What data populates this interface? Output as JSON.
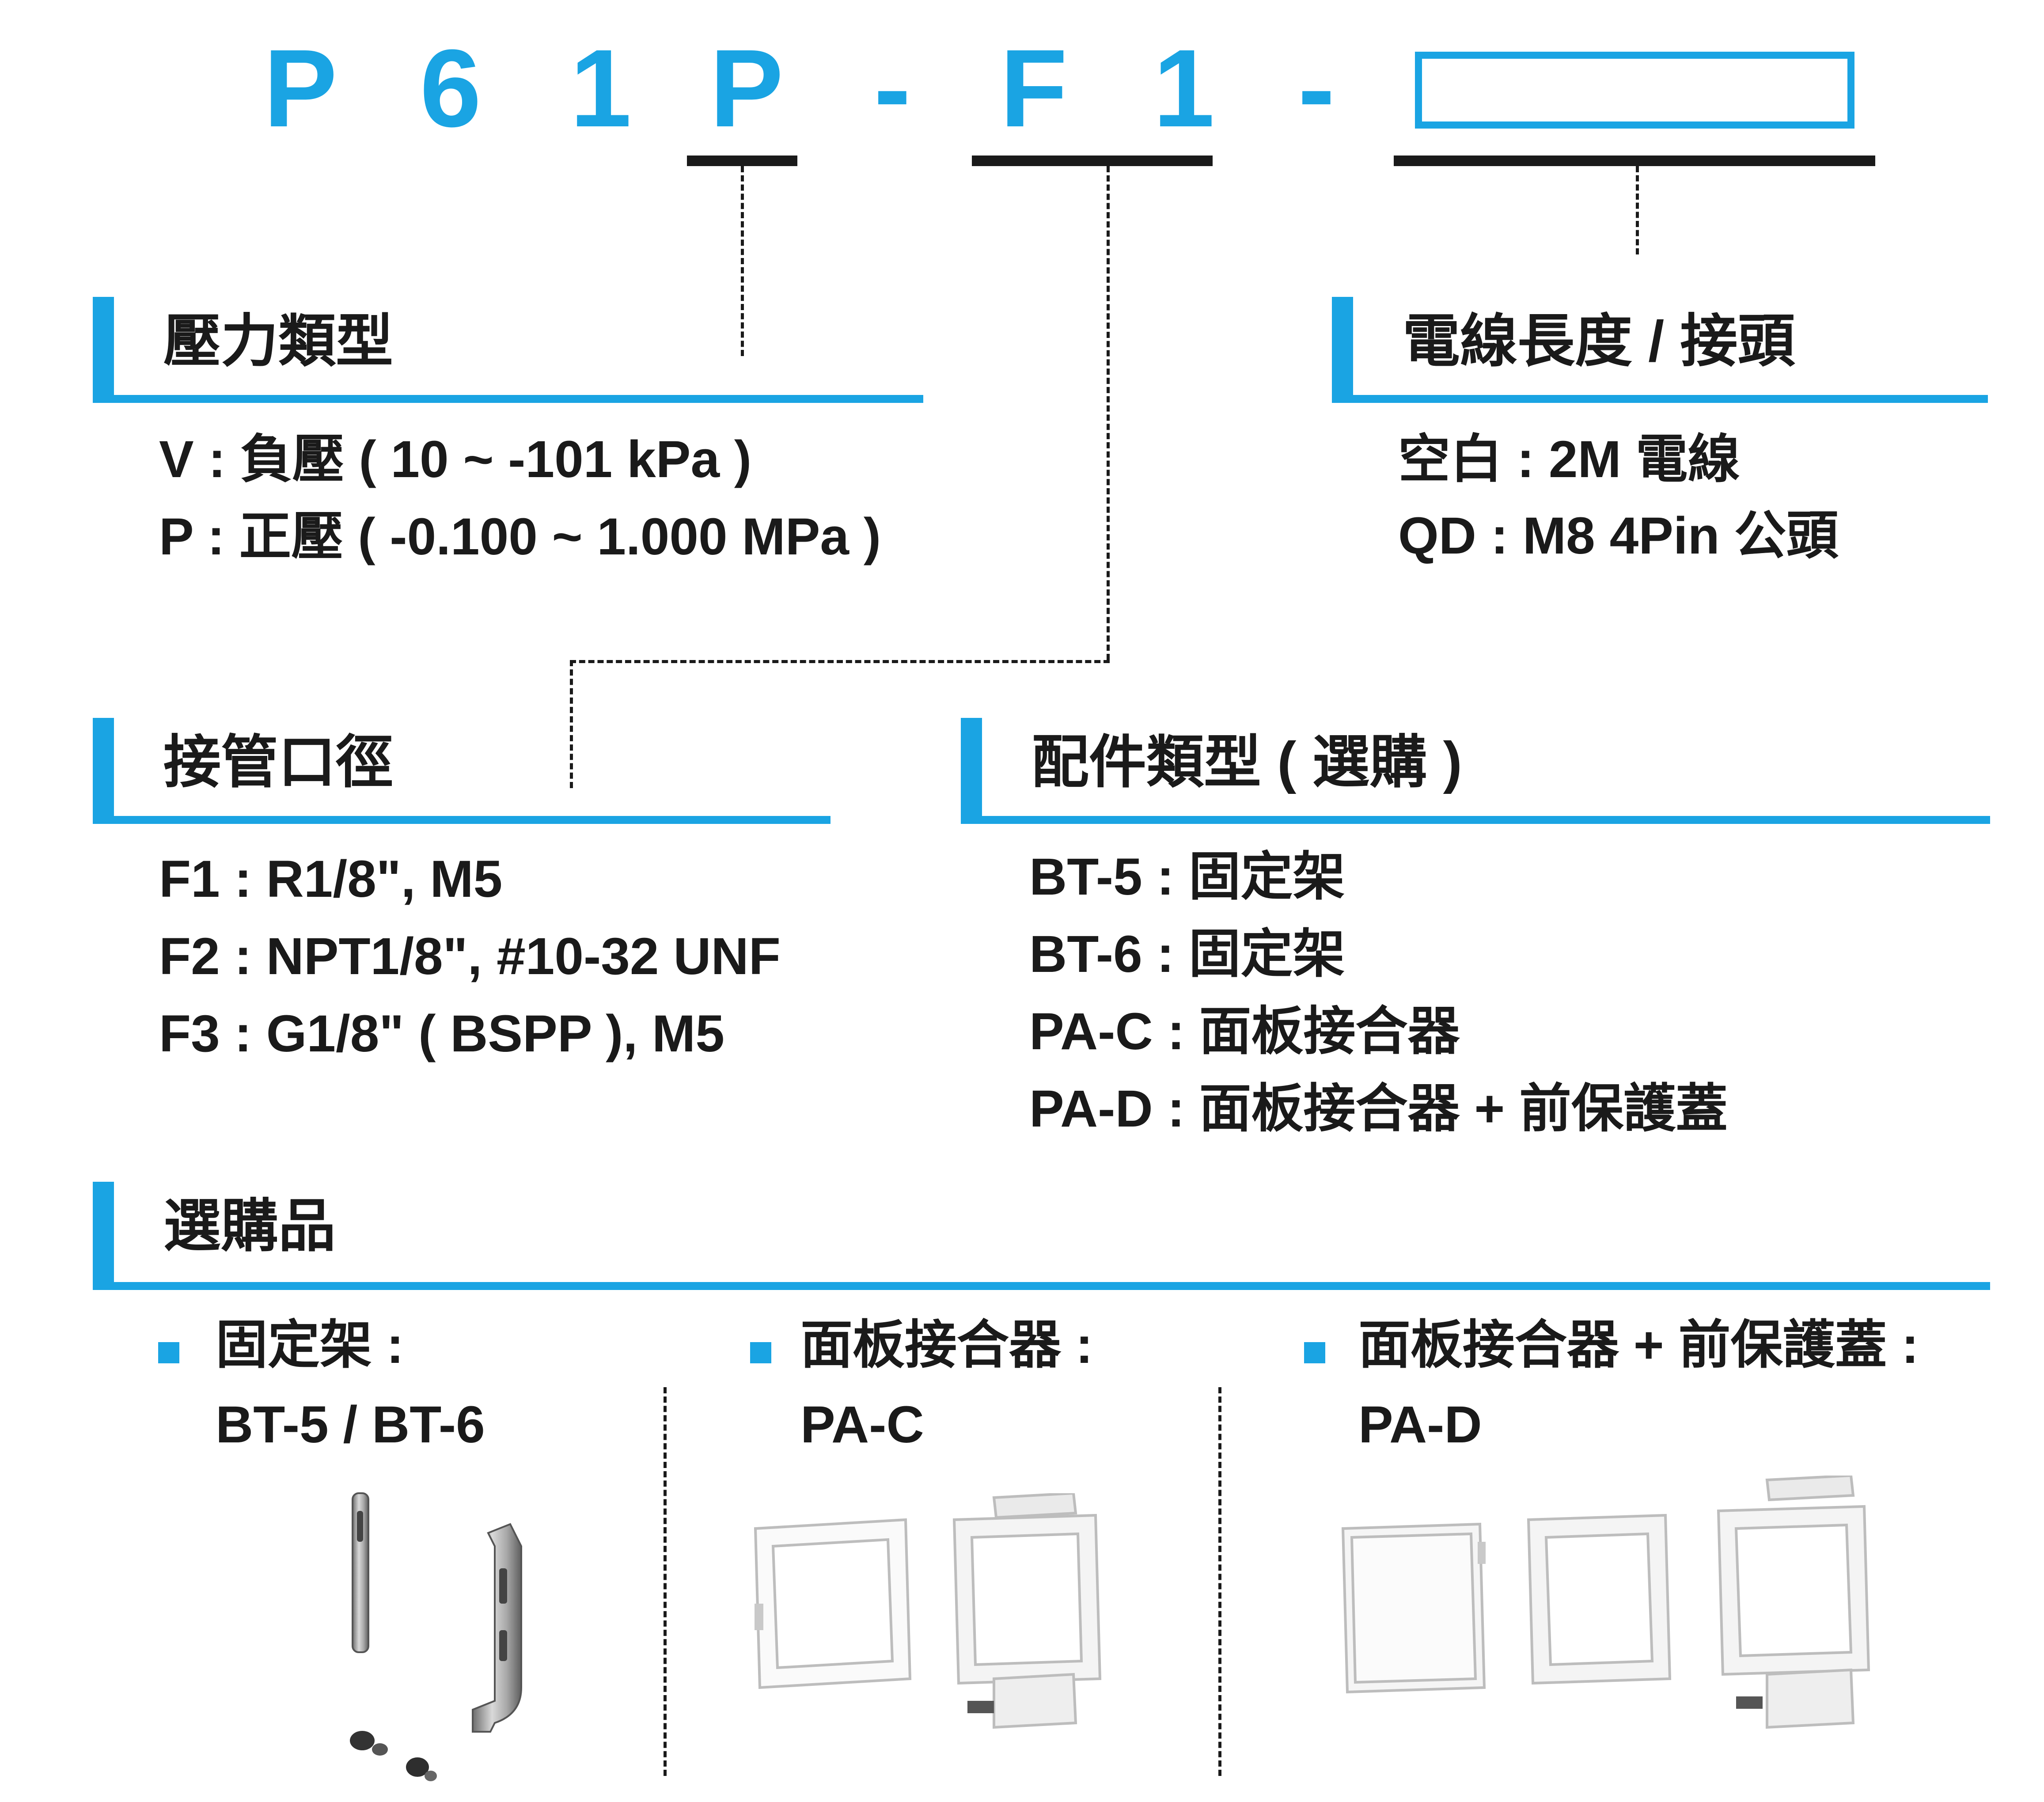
{
  "code": {
    "chars": [
      "P",
      "6",
      "1",
      "P",
      "-",
      "F",
      "1",
      "-"
    ]
  },
  "sections": {
    "pressure_type": {
      "title": "壓力類型",
      "items": [
        "V : 負壓 ( 10 ~ -101 kPa )",
        "P : 正壓 ( -0.100 ~ 1.000 MPa )"
      ]
    },
    "cable": {
      "title": "電線長度 / 接頭",
      "items": [
        "空白 : 2M 電線",
        "QD : M8 4Pin 公頭"
      ]
    },
    "port": {
      "title": "接管口徑",
      "items": [
        "F1 : R1/8\", M5",
        "F2 : NPT1/8\", #10-32 UNF",
        "F3 : G1/8\" ( BSPP ), M5"
      ]
    },
    "accessory": {
      "title": "配件類型 ( 選購 )",
      "items": [
        "BT-5 : 固定架",
        "BT-6 : 固定架",
        "PA-C : 面板接合器",
        "PA-D : 面板接合器 + 前保護蓋"
      ]
    },
    "optional": {
      "title": "選購品",
      "products": [
        {
          "label": "固定架 :",
          "model": "BT-5 / BT-6",
          "image": "bracket-image"
        },
        {
          "label": "面板接合器 :",
          "model": "PA-C",
          "image": "panel-adapter-image"
        },
        {
          "label": "面板接合器 + 前保護蓋 :",
          "model": "PA-D",
          "image": "panel-adapter-cover-image"
        }
      ]
    }
  },
  "colors": {
    "accent": "#1aa4e3",
    "text": "#1a1a1a"
  }
}
